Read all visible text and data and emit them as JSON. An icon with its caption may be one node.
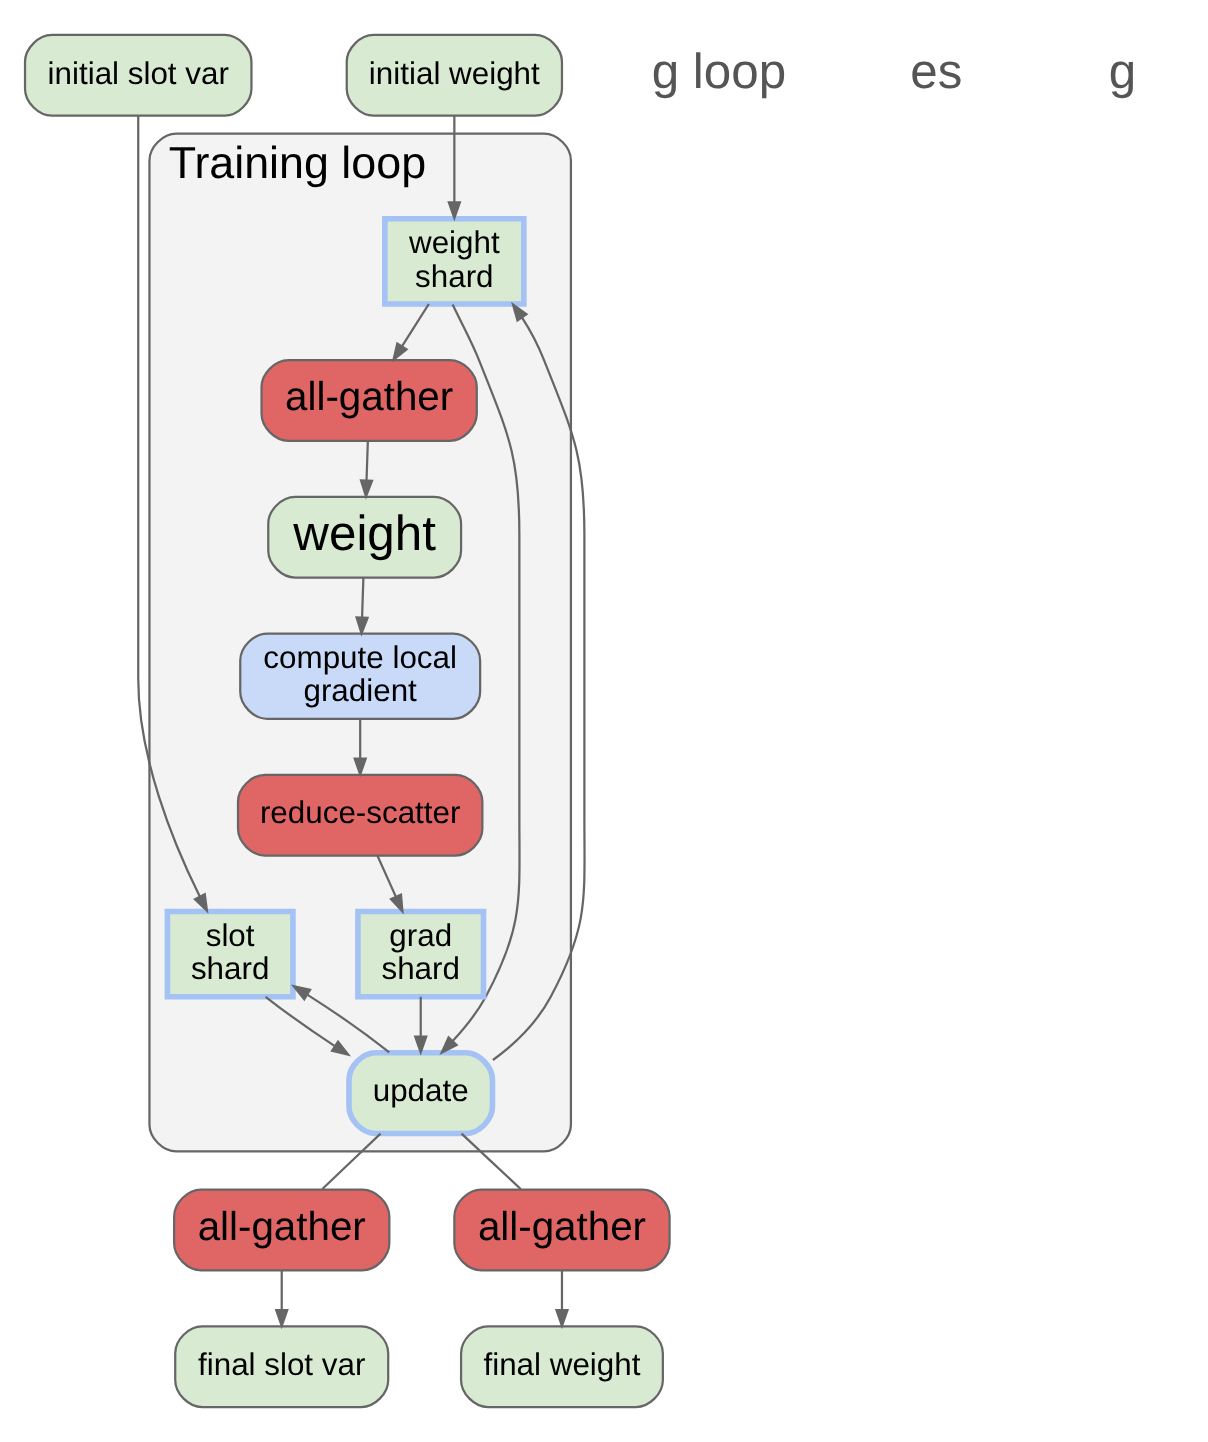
{
  "diagram": {
    "nodes": [
      {
        "text": [
          "Training loop"
        ]
      },
      {
        "text": [
          "initial slot var"
        ]
      },
      {
        "text": [
          "initial weight"
        ]
      },
      {
        "text": [
          "weight shard"
        ],
        "in": 0
      },
      {
        "text": [
          "all-gather"
        ],
        "in": 0
      },
      {
        "text": [
          "weight"
        ],
        "in": 0
      },
      {
        "text": [
          "compute local gradient"
        ],
        "in": 0
      },
      {
        "text": [
          "reduce-scatter"
        ],
        "in": 0
      },
      {
        "text": [
          "grad shard"
        ],
        "in": 0
      },
      {
        "text": [
          "slot shard"
        ],
        "in": 0
      },
      {
        "text": [
          "update"
        ],
        "in": 0
      },
      {
        "text": [
          "all-gather"
        ]
      },
      {
        "text": [
          "all-gather"
        ]
      },
      {
        "text": [
          "final slot var"
        ]
      },
      {
        "text": [
          "final weight"
        ]
      }
    ],
    "edges": [
      {
        "from": 1,
        "to": 9,
        "arrow": "to"
      },
      {
        "from": 2,
        "to": 3,
        "arrow": "to"
      },
      {
        "from": 3,
        "to": 4,
        "arrow": "to"
      },
      {
        "from": 4,
        "to": 5,
        "arrow": "to"
      },
      {
        "from": 5,
        "to": 6,
        "arrow": "to"
      },
      {
        "from": 6,
        "to": 7,
        "arrow": "to"
      },
      {
        "from": 7,
        "to": 8,
        "arrow": "to"
      },
      {
        "from": 8,
        "to": 10,
        "arrow": "to"
      },
      {
        "from": 3,
        "to": 10,
        "arrow": "to"
      },
      {
        "from": 9,
        "to": 10,
        "arrow": "to"
      },
      {
        "from": 10,
        "to": 9,
        "arrow": "to"
      },
      {
        "from": 10,
        "to": 3,
        "arrow": "to"
      },
      {
        "from": 10,
        "to": 11,
        "arrow": "none"
      },
      {
        "from": 10,
        "to": 12,
        "arrow": "none"
      },
      {
        "from": 11,
        "to": 13,
        "arrow": "to"
      },
      {
        "from": 12,
        "to": 14,
        "arrow": "to"
      }
    ],
    "labels": [
      "g loop",
      "es",
      "g"
    ]
  }
}
